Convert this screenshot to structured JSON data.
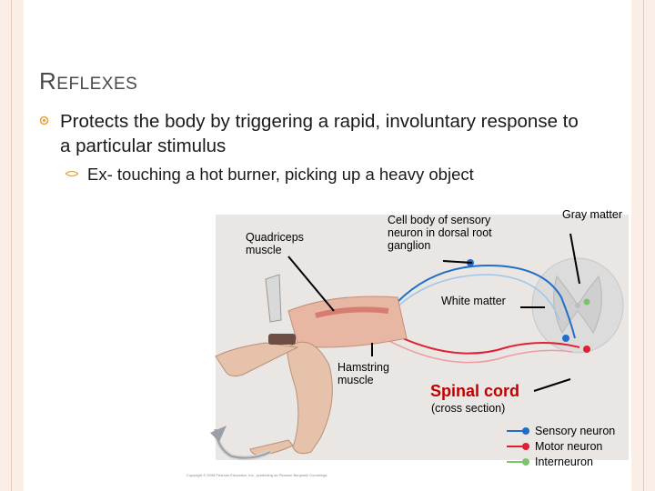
{
  "slide": {
    "title_first": "R",
    "title_rest": "EFLEXES",
    "bullet_main": "Protects the body by triggering a rapid, involuntary response to a particular stimulus",
    "bullet_sub": "Ex- touching a hot burner, picking up a heavy object"
  },
  "figure": {
    "label_quadriceps": "Quadriceps muscle",
    "label_cell_body": "Cell body of sensory neuron in dorsal root ganglion",
    "label_gray_matter": "Gray matter",
    "label_white_matter": "White matter",
    "label_hamstring": "Hamstring muscle",
    "label_spinal_cord": "Spinal cord",
    "label_cross_section": "(cross section)",
    "legend": [
      {
        "label": "Sensory neuron",
        "color": "#1f6fc9"
      },
      {
        "label": "Motor neuron",
        "color": "#e02030"
      },
      {
        "label": "Interneuron",
        "color": "#7dc36b"
      }
    ],
    "copyright": "Copyright © 2008 Pearson Education, Inc., publishing as Pearson Benjamin Cummings."
  },
  "colors": {
    "accent": "#e8a33a",
    "frame": "#fbeee6",
    "spinal_label": "#c00000"
  }
}
